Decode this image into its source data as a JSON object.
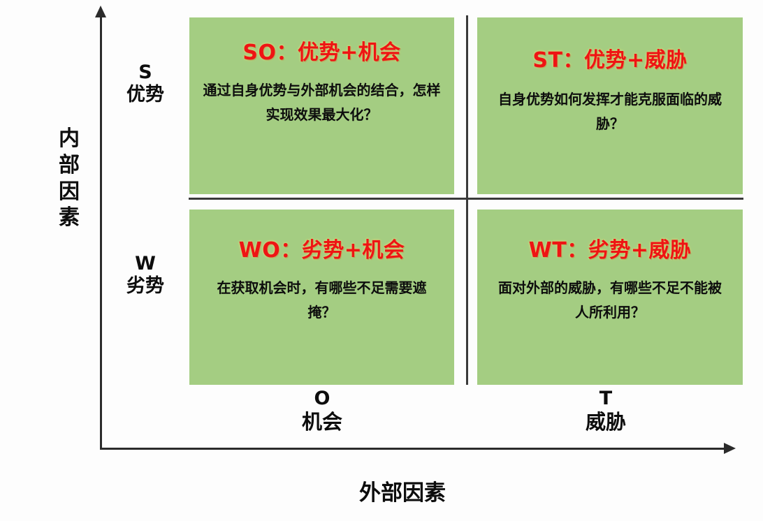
{
  "diagram": {
    "type": "swot-matrix",
    "colors": {
      "quadrant_fill": "#a4cd82",
      "title_red": "#ee1414",
      "body_black": "#0d0d0d",
      "axis_line": "#2b2b2b",
      "divider_line": "#3a3a3a",
      "background": "#fdfdfd"
    }
  },
  "axes": {
    "y_title": "内部因素",
    "y_title_chars": [
      "内",
      "部",
      "因",
      "素"
    ],
    "x_title": "外部因素",
    "y_arrow_icon": "arrow-up-icon",
    "x_arrow_icon": "arrow-right-icon"
  },
  "row_labels": [
    {
      "letter": "S",
      "cn": "优势"
    },
    {
      "letter": "W",
      "cn": "劣势"
    }
  ],
  "col_labels": [
    {
      "letter": "O",
      "cn": "机会"
    },
    {
      "letter": "T",
      "cn": "威胁"
    }
  ],
  "quadrants": {
    "so": {
      "title": "SO：优势+机会",
      "body": "通过自身优势与外部机会的结合，怎样实现效果最大化？"
    },
    "st": {
      "title": "ST：优势+威胁",
      "body": "自身优势如何发挥才能克服面临的威胁？"
    },
    "wo": {
      "title": "WO：劣势+机会",
      "body": "在获取机会时，有哪些不足需要遮掩？"
    },
    "wt": {
      "title": "WT：劣势+威胁",
      "body": "面对外部的威胁，有哪些不足不能被人所利用？"
    }
  }
}
